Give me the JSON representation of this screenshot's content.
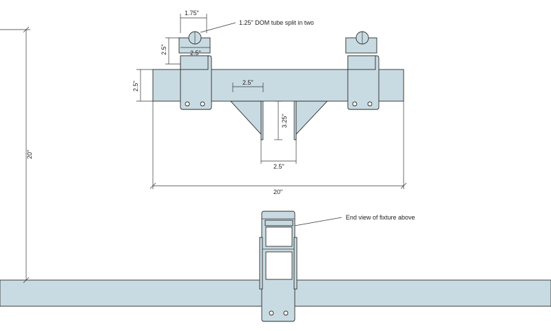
{
  "diagram": {
    "labels": {
      "tube_width": "1.75\"",
      "tube_note": "1.25\" DOM tube split in two",
      "bracket_height": "2.5\"",
      "bracket_width": "2.5\"",
      "bar_height": "2.5\"",
      "center_gap_top": "2.5\"",
      "center_drop": "3.25\"",
      "center_gap_bottom": "2.5\"",
      "bar_length": "20\"",
      "overall_height": "20\"",
      "end_view_note": "End view of fixture above"
    },
    "colors": {
      "part_fill": "#c9dbe2",
      "outline": "#2a2a2a"
    }
  }
}
